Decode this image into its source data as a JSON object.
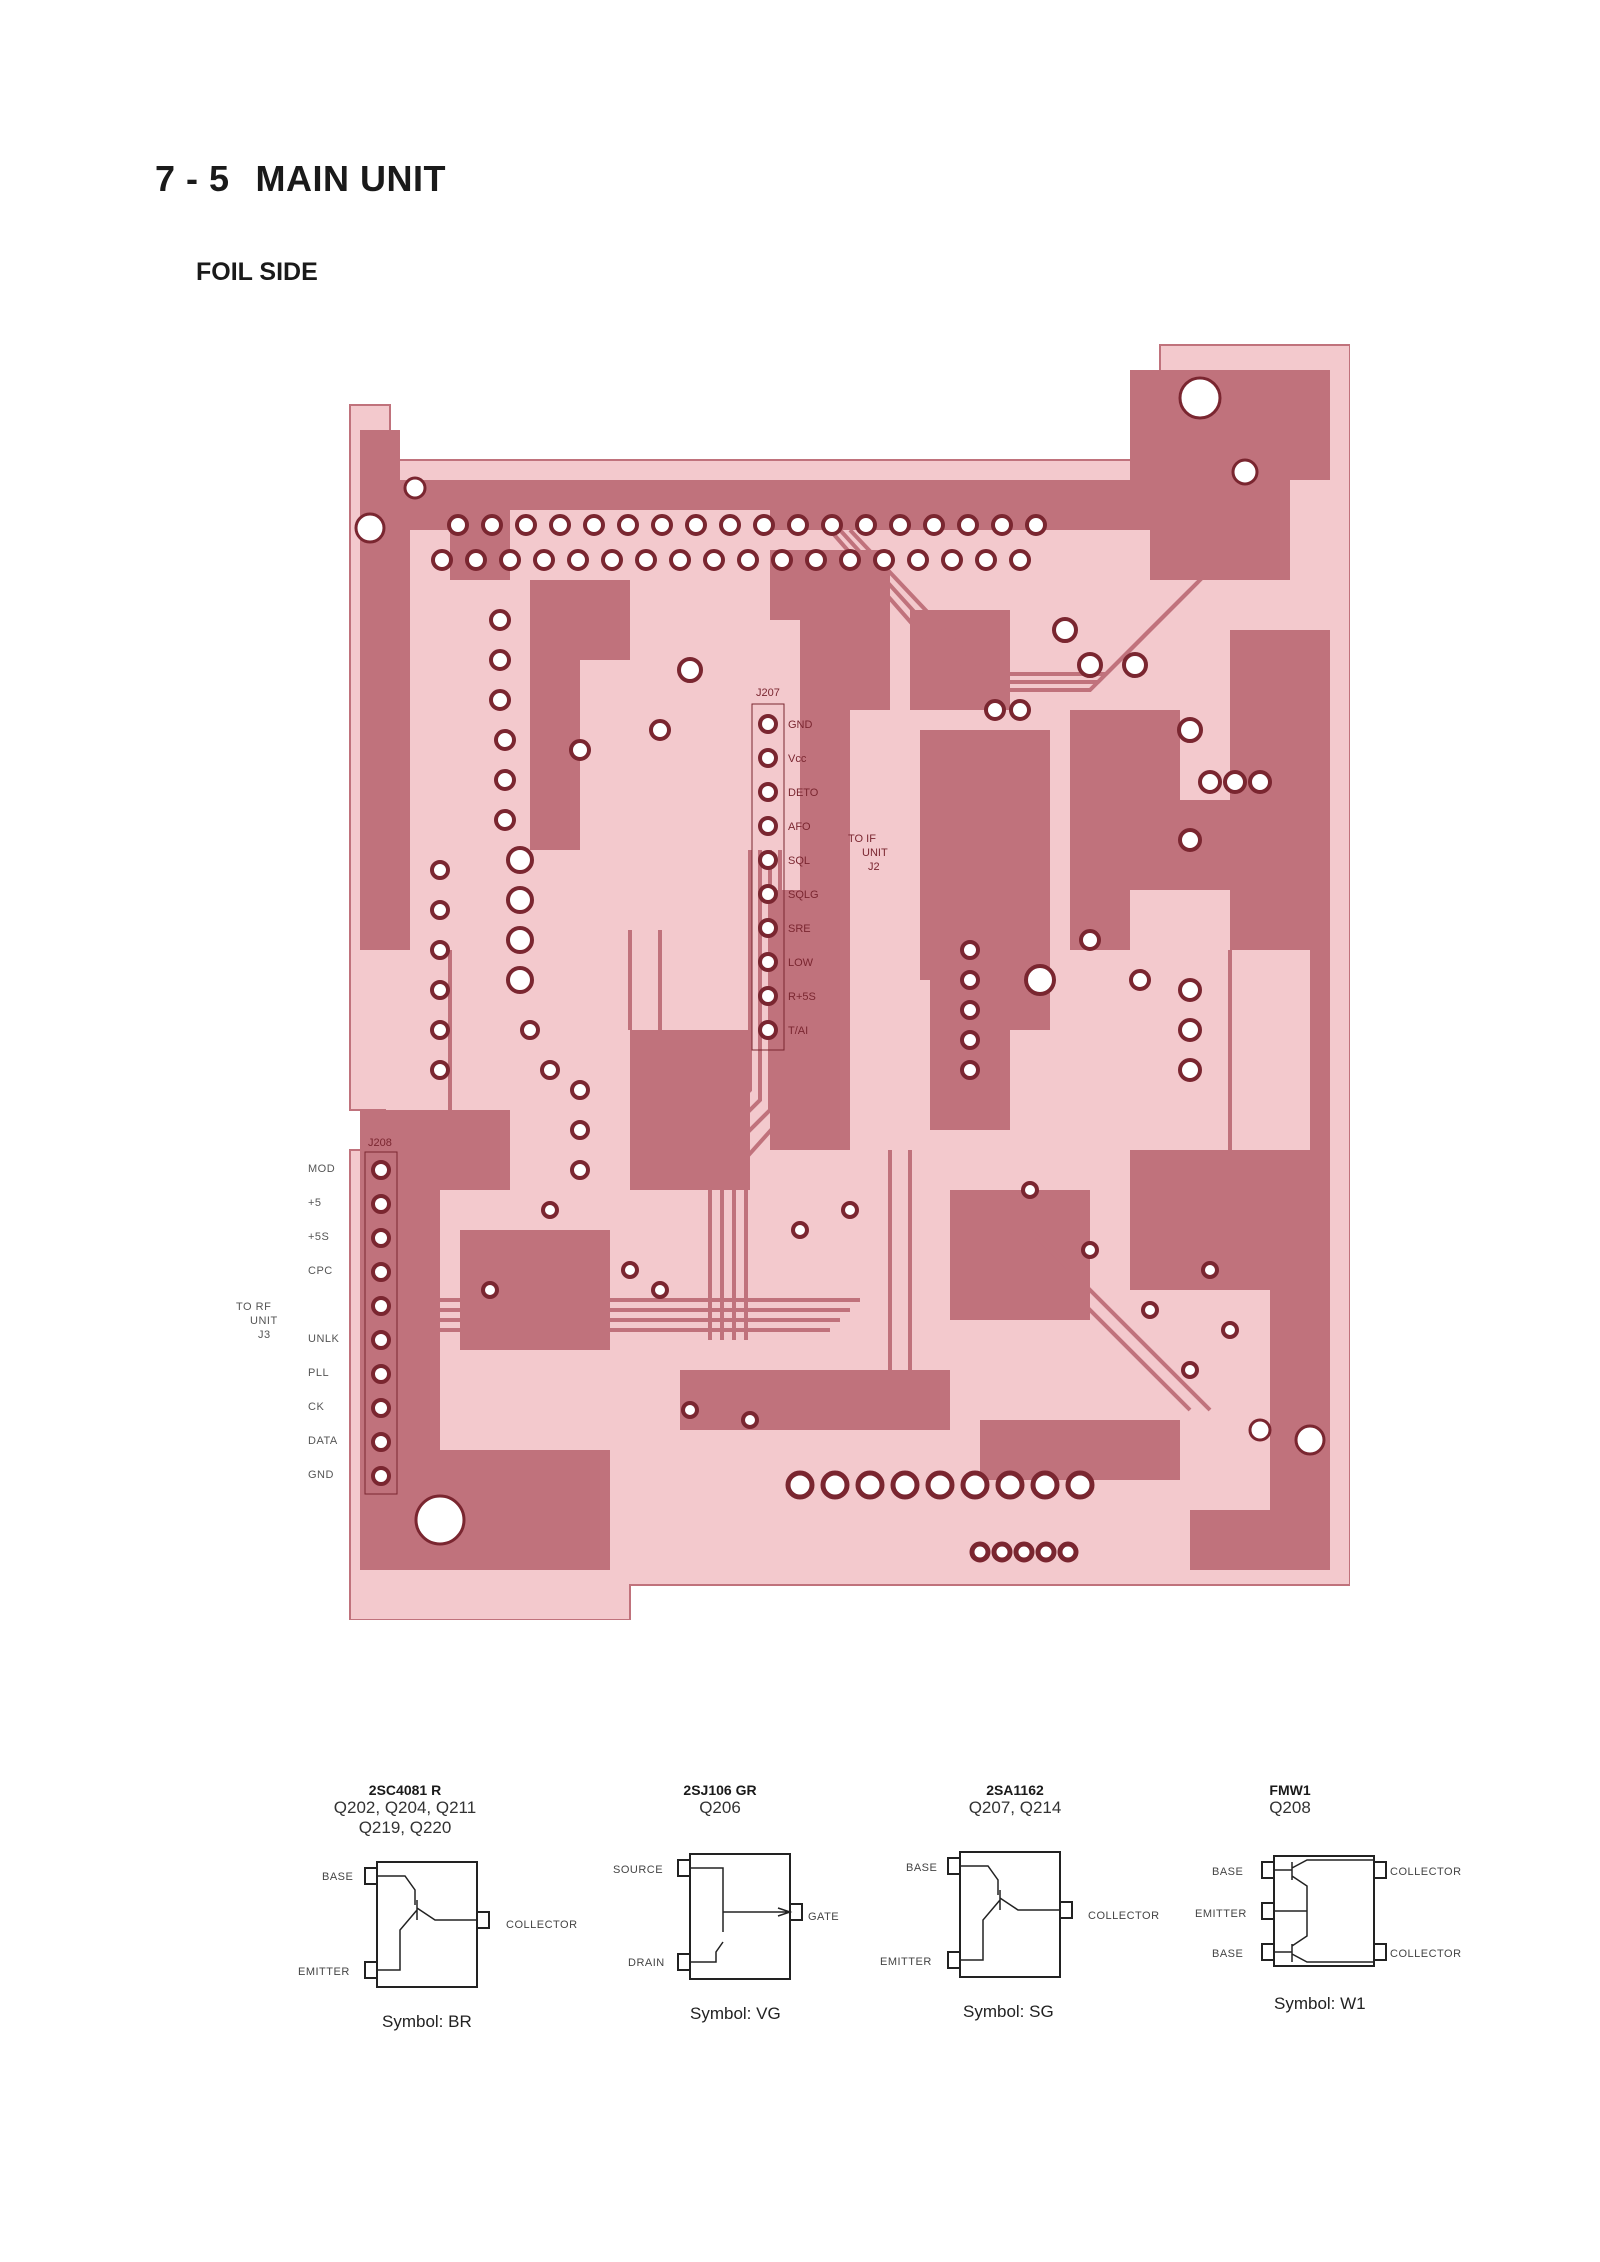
{
  "heading": {
    "number": "7 - 5",
    "title": "MAIN UNIT"
  },
  "subheading": "FOIL SIDE",
  "colors": {
    "copper": "#c0727c",
    "board": "#f3c9cd",
    "hole": "#ffffff"
  },
  "board": {
    "j207": {
      "ref": "J207",
      "pins": [
        "GND",
        "Vcc",
        "DETO",
        "AFO",
        "SQL",
        "SQLG",
        "SRE",
        "LOW",
        "R+5S",
        "T/AI"
      ],
      "dest": [
        "TO IF",
        "UNIT",
        "J2"
      ]
    },
    "j208": {
      "ref": "J208",
      "pins": [
        "MOD",
        "+5",
        "+5S",
        "CPC",
        "",
        "UNLK",
        "PLL",
        "CK",
        "DATA",
        "GND"
      ],
      "dest": [
        "TO RF",
        "UNIT",
        "J3"
      ]
    }
  },
  "packages": [
    {
      "part": "2SC4081 R",
      "qlines": [
        "Q202, Q204, Q211",
        "Q219, Q220"
      ],
      "pins": [
        "BASE",
        "EMITTER",
        "COLLECTOR"
      ],
      "symbol": "Symbol:  BR"
    },
    {
      "part": "2SJ106 GR",
      "qlines": [
        "Q206"
      ],
      "pins": [
        "SOURCE",
        "DRAIN",
        "GATE"
      ],
      "symbol": "Symbol:  VG"
    },
    {
      "part": "2SA1162",
      "qlines": [
        "Q207, Q214"
      ],
      "pins": [
        "BASE",
        "EMITTER",
        "COLLECTOR"
      ],
      "symbol": "Symbol:  SG"
    },
    {
      "part": "FMW1",
      "qlines": [
        "Q208"
      ],
      "pins": [
        "BASE",
        "EMITTER",
        "BASE",
        "COLLECTOR",
        "COLLECTOR"
      ],
      "symbol": "Symbol:  W1"
    }
  ]
}
